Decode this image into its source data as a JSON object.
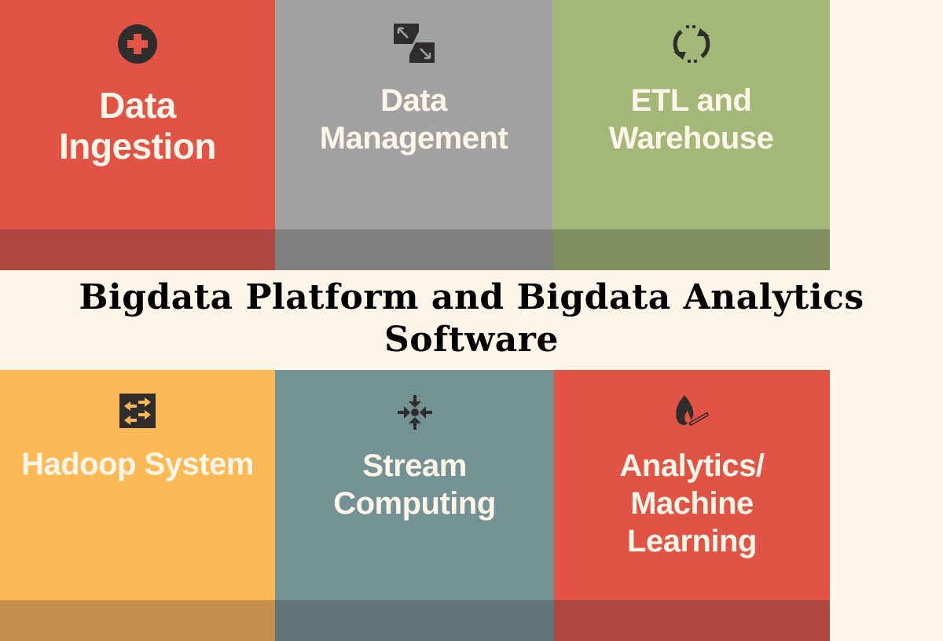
{
  "title": "Bigdata Platform and Bigdata Analytics Software",
  "title_lines": [
    "Bigdata Platform and Bigdata Analytics",
    "Software"
  ],
  "colors": {
    "background": "#fdf5e8",
    "text_light": "#fdf5e8",
    "icon_dark": "#2f2d2b"
  },
  "tiles": [
    {
      "label": "Data\nIngestion",
      "icon": "plus-circle-icon",
      "color": "#e05345",
      "band": "#ad4740"
    },
    {
      "label": "Data\nManagement",
      "icon": "expand-arrows-icon",
      "color": "#a1a1a1",
      "band": "#808080"
    },
    {
      "label": "ETL and\nWarehouse",
      "icon": "refresh-cycle-icon",
      "color": "#a2b778",
      "band": "#7f8d5f"
    },
    {
      "label": "Hadoop System",
      "icon": "transfer-arrows-icon",
      "color": "#fcb955",
      "band": "#c48f4a"
    },
    {
      "label": "Stream\nComputing",
      "icon": "converge-arrows-icon",
      "color": "#749294",
      "band": "#5f7577"
    },
    {
      "label": "Analytics/\nMachine\nLearning",
      "icon": "match-flame-icon",
      "color": "#e05345",
      "band": "#ad4740"
    }
  ]
}
